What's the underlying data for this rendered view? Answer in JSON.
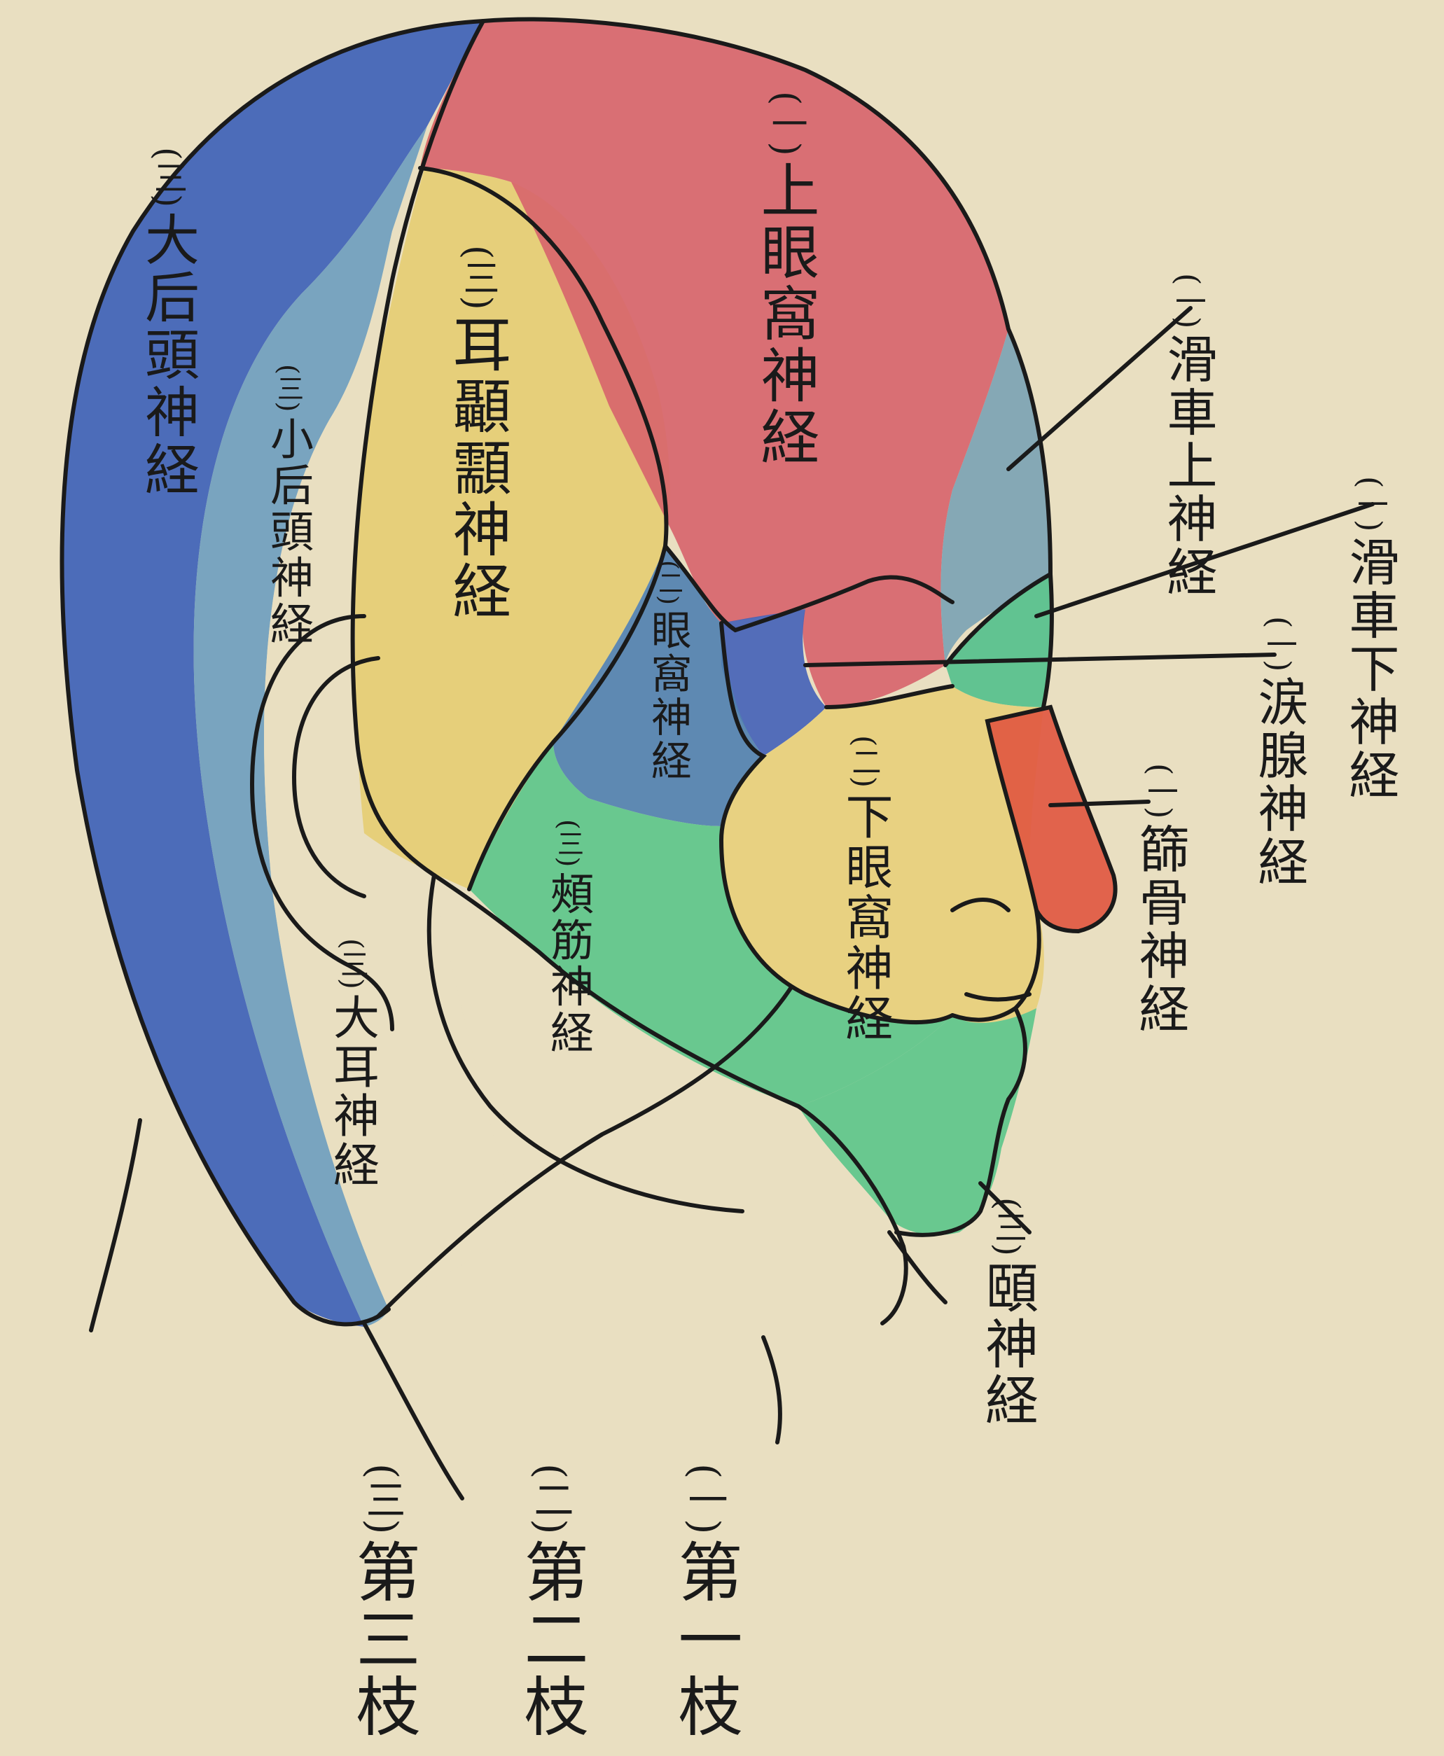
{
  "regions": {
    "supraorbital": {
      "color": "#d7636b",
      "number": "(一)",
      "name": "上眼窩神経"
    },
    "supratrochlear": {
      "color": "#7aa2b4",
      "number": "(一)",
      "name": "滑車上神経"
    },
    "infratrochlear": {
      "color": "#52c08c",
      "number": "(一)",
      "name": "滑車下神経"
    },
    "lacrimal": {
      "color": "#4361b8",
      "number": "(一)",
      "name": "涙腺神経"
    },
    "ethmoidal": {
      "color": "#e0553f",
      "number": "(一)",
      "name": "篩骨神経"
    },
    "zygomatic": {
      "color": "#4f80b0",
      "number": "(二)",
      "name": "眼窩神経"
    },
    "infraorbital": {
      "color": "#e8cf7a",
      "number": "(二)",
      "name": "下眼窩神経"
    },
    "auriculotemporal": {
      "color": "#e6cd72",
      "number": "(三)",
      "name": "耳顳顬神経"
    },
    "buccal": {
      "color": "#5bc58a",
      "number": "(三)",
      "name": "頰筋神経"
    },
    "mental": {
      "color": "#5bc58a",
      "number": "(三)",
      "name": "頤神経"
    },
    "great_auricular": {
      "color": "#e9dfc1",
      "number": "(三)",
      "name": "大耳神経"
    },
    "lesser_occipital": {
      "color": "#6d9dbf",
      "number": "(三)",
      "name": "小后頭神経"
    },
    "greater_occipital": {
      "color": "#3b5fb8",
      "number": "(三)",
      "name": "大后頭神経"
    }
  },
  "legend": [
    {
      "number": "(一)",
      "name": "第一枝"
    },
    {
      "number": "(二)",
      "name": "第二枝"
    },
    {
      "number": "(三)",
      "name": "第三枝"
    }
  ],
  "colors": {
    "paper": "#e9dfc1",
    "ink": "#1a1a1a"
  }
}
